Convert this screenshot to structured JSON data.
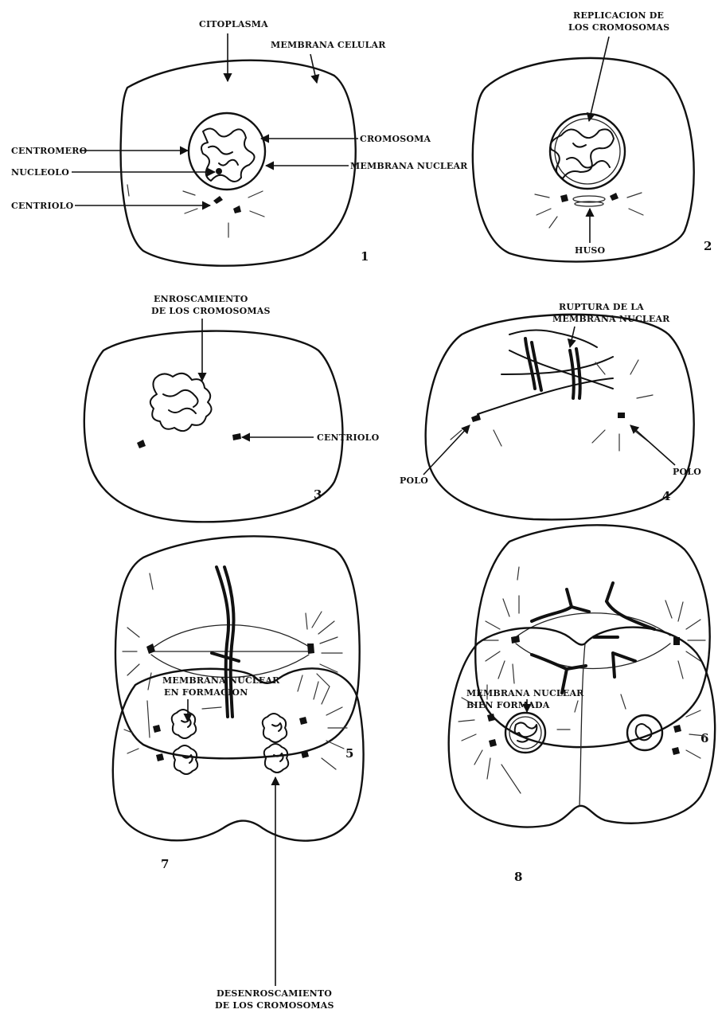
{
  "figure": {
    "stage_numbers": [
      "1",
      "2",
      "3",
      "4",
      "5",
      "6",
      "7",
      "8"
    ],
    "labels": {
      "citoplasma": "CITOPLASMA",
      "membrana_celular": "MEMBRANA CELULAR",
      "centromero": "CENTROMERO",
      "nucleolo": "NUCLEOLO",
      "centriolo_1": "CENTRIOLO",
      "cromosoma": "CROMOSOMA",
      "membrana_nuclear": "MEMBRANA NUCLEAR",
      "replicacion_line1": "REPLICACION DE",
      "replicacion_line2": "LOS CROMOSOMAS",
      "huso": "HUSO",
      "enroscamiento_line1": "ENROSCAMIENTO",
      "enroscamiento_line2": "DE  LOS CROMOSOMAS",
      "centriolo_3": "CENTRIOLO",
      "ruptura_line1": "RUPTURA DE  LA",
      "ruptura_line2": "MEMBRANA NUCLEAR",
      "polo_left": "POLO",
      "polo_right": "POLO",
      "formacion_line1": "MEMBRANA NUCLEAR",
      "formacion_line2": "EN FORMACION",
      "desenroscamiento_line1": "DESENROSCAMIENTO",
      "desenroscamiento_line2": "DE  LOS CROMOSOMAS",
      "bien_formada_line1": "MEMBRANA NUCLEAR",
      "bien_formada_line2": "BIEN FORMADA"
    }
  }
}
